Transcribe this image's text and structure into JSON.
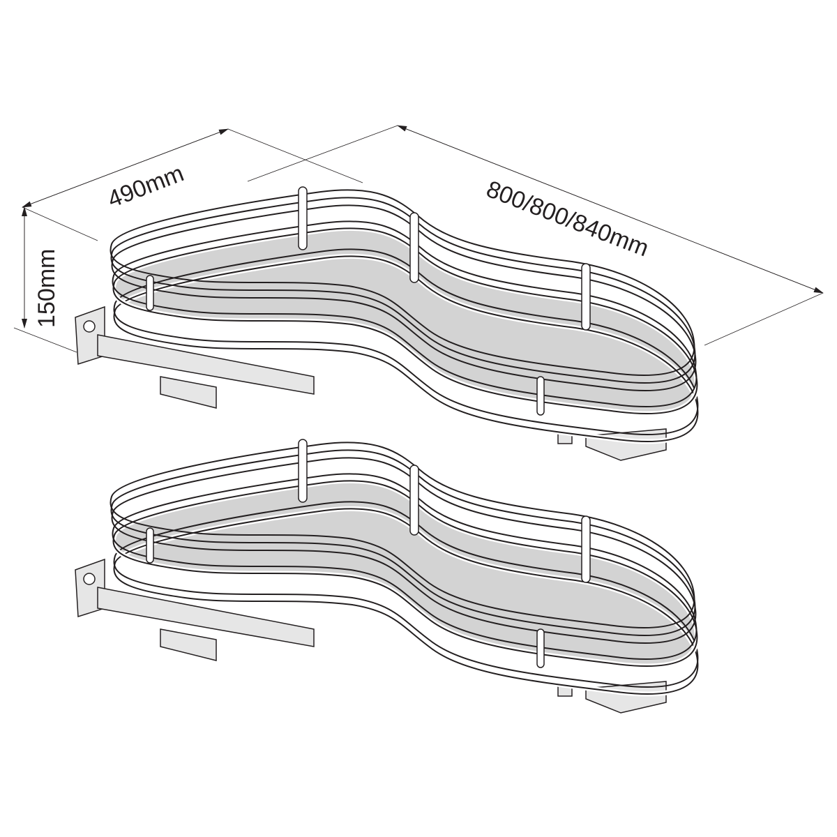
{
  "dimensions": {
    "depth_label": "490mm",
    "width_label": "800/800/840mm",
    "height_label": "150mm"
  },
  "colors": {
    "line": "#231f20",
    "shelf_floor": "#d3d3d3",
    "bracket": "#e6e6e6"
  }
}
